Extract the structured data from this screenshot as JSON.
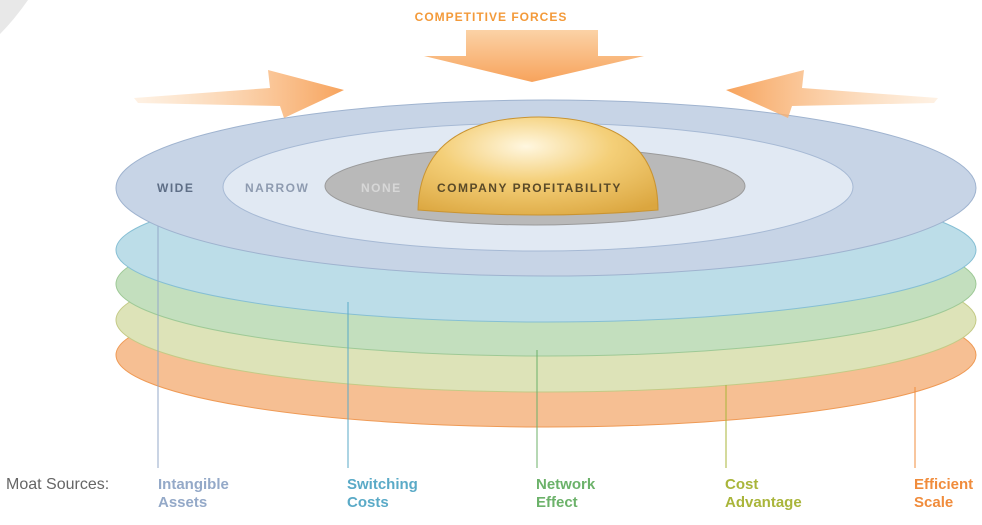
{
  "diagram": {
    "title": "COMPETITIVE FORCES",
    "rings": {
      "wide": "WIDE",
      "narrow": "NARROW",
      "none": "NONE",
      "center": "COMPANY PROFITABILITY"
    },
    "moat_sources_label": "Moat Sources:",
    "sources": [
      {
        "line1": "Intangible",
        "line2": "Assets",
        "color": "#94a9c8"
      },
      {
        "line1": "Switching",
        "line2": "Costs",
        "color": "#5aaac7"
      },
      {
        "line1": "Network",
        "line2": "Effect",
        "color": "#6cb26a"
      },
      {
        "line1": "Cost",
        "line2": "Advantage",
        "color": "#a9b53a"
      },
      {
        "line1": "Efficient",
        "line2": "Scale",
        "color": "#f08c3c"
      }
    ],
    "colors": {
      "arrow": "#f7a35c",
      "wide_disc": "#c7d4e6",
      "narrow_disc": "#e1e9f3",
      "none_disc": "#b9b9b9",
      "dome": "#f2c96c",
      "layer_blue": "#bcdde8",
      "layer_green": "#c3dfbe",
      "layer_yellow": "#dde3b8",
      "layer_orange": "#f6bf93"
    }
  }
}
